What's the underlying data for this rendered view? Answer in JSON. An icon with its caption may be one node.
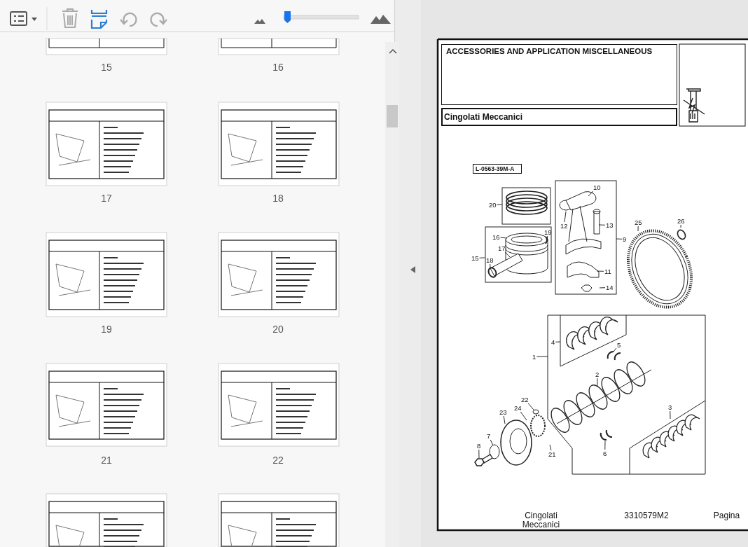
{
  "diagram": {
    "nodes": [
      {
        "text": [
          "ACCESSORIES AND APPLICATION MISCELLANEOUS"
        ]
      },
      {
        "text": [
          "Cingolati Meccanici"
        ]
      },
      {
        "text": [
          "L-0563-39M-A"
        ]
      },
      {
        "text": [
          "10"
        ]
      },
      {
        "text": [
          "20"
        ]
      },
      {
        "text": [
          "26"
        ]
      },
      {
        "text": [
          "12"
        ]
      },
      {
        "text": [
          "13"
        ]
      },
      {
        "text": [
          "25"
        ]
      },
      {
        "text": [
          "19"
        ]
      },
      {
        "text": [
          "16"
        ]
      },
      {
        "text": [
          "9"
        ]
      },
      {
        "text": [
          "17"
        ]
      },
      {
        "text": [
          "15"
        ]
      },
      {
        "text": [
          "18"
        ]
      },
      {
        "text": [
          "11"
        ]
      },
      {
        "text": [
          "14"
        ]
      },
      {
        "text": [
          "4"
        ]
      },
      {
        "text": [
          "5"
        ]
      },
      {
        "text": [
          "1"
        ]
      },
      {
        "text": [
          "2"
        ]
      },
      {
        "text": [
          "22"
        ]
      },
      {
        "text": [
          "3"
        ]
      },
      {
        "text": [
          "24"
        ]
      },
      {
        "text": [
          "23"
        ]
      },
      {
        "text": [
          "7"
        ]
      },
      {
        "text": [
          "8"
        ]
      },
      {
        "text": [
          "6"
        ]
      },
      {
        "text": [
          "21"
        ]
      }
    ],
    "edges": [
      {
        "from": 3,
        "to": null,
        "arrow": "none"
      },
      {
        "from": 4,
        "to": null,
        "arrow": "none"
      },
      {
        "from": 5,
        "to": null,
        "arrow": "none"
      },
      {
        "from": 6,
        "to": null,
        "arrow": "none"
      },
      {
        "from": 7,
        "to": null,
        "arrow": "none"
      },
      {
        "from": 8,
        "to": null,
        "arrow": "none"
      },
      {
        "from": 9,
        "to": null,
        "arrow": "none"
      },
      {
        "from": 10,
        "to": null,
        "arrow": "none"
      },
      {
        "from": 11,
        "to": null,
        "arrow": "none"
      },
      {
        "from": 12,
        "to": null,
        "arrow": "none"
      },
      {
        "from": 13,
        "to": null,
        "arrow": "none"
      },
      {
        "from": 14,
        "to": null,
        "arrow": "none"
      },
      {
        "from": 15,
        "to": null,
        "arrow": "none"
      },
      {
        "from": 16,
        "to": null,
        "arrow": "none"
      },
      {
        "from": 17,
        "to": null,
        "arrow": "none"
      },
      {
        "from": 18,
        "to": null,
        "arrow": "none"
      },
      {
        "from": 19,
        "to": null,
        "arrow": "none"
      },
      {
        "from": 20,
        "to": null,
        "arrow": "none"
      },
      {
        "from": 21,
        "to": null,
        "arrow": "none"
      },
      {
        "from": 22,
        "to": null,
        "arrow": "none"
      },
      {
        "from": 23,
        "to": null,
        "arrow": "none"
      },
      {
        "from": 24,
        "to": null,
        "arrow": "none"
      },
      {
        "from": 25,
        "to": null,
        "arrow": "none"
      },
      {
        "from": 26,
        "to": null,
        "arrow": "none"
      },
      {
        "from": 27,
        "to": null,
        "arrow": "none"
      },
      {
        "from": 28,
        "to": null,
        "arrow": "none"
      }
    ],
    "labels": [
      "15",
      "16",
      "17",
      "18",
      "19",
      "20",
      "21",
      "22",
      "Cingolati Meccanici",
      "3310579M2",
      "Pagina"
    ]
  }
}
